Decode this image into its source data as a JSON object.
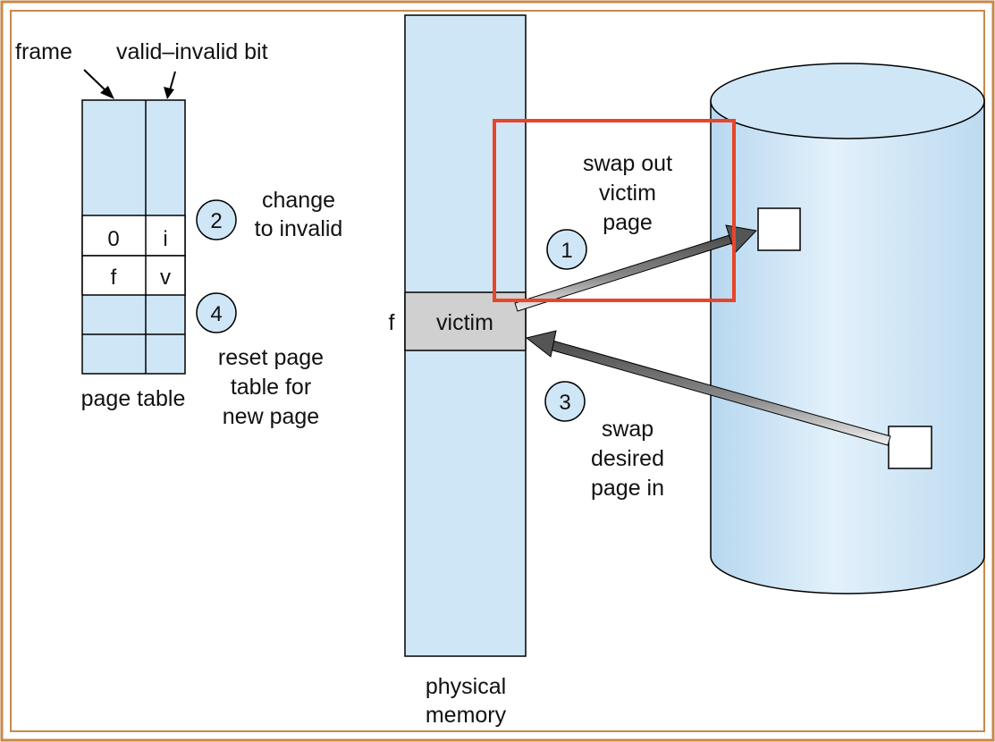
{
  "labels": {
    "frame": "frame",
    "valid_invalid_bit": "valid–invalid bit",
    "page_table": "page table",
    "physical_memory_line1": "physical",
    "physical_memory_line2": "memory",
    "frame_marker": "f",
    "victim": "victim"
  },
  "page_table": {
    "row_invalid": {
      "frame": "0",
      "bit": "i"
    },
    "row_valid": {
      "frame": "f",
      "bit": "v"
    }
  },
  "steps": [
    {
      "number": "1",
      "lines": [
        "swap out",
        "victim",
        "page"
      ]
    },
    {
      "number": "2",
      "lines": [
        "change",
        "to invalid"
      ]
    },
    {
      "number": "3",
      "lines": [
        "swap",
        "desired",
        "page in"
      ]
    },
    {
      "number": "4",
      "lines": [
        "reset page",
        "table for",
        "new page"
      ]
    }
  ],
  "colors": {
    "frame_border": "#c8884a",
    "memory_fill": "#cfe6f7",
    "victim_fill": "#d0d0d0",
    "highlight_box": "#e8452a",
    "arrow_dark": "#555555",
    "arrow_light": "#e6e6e6"
  }
}
